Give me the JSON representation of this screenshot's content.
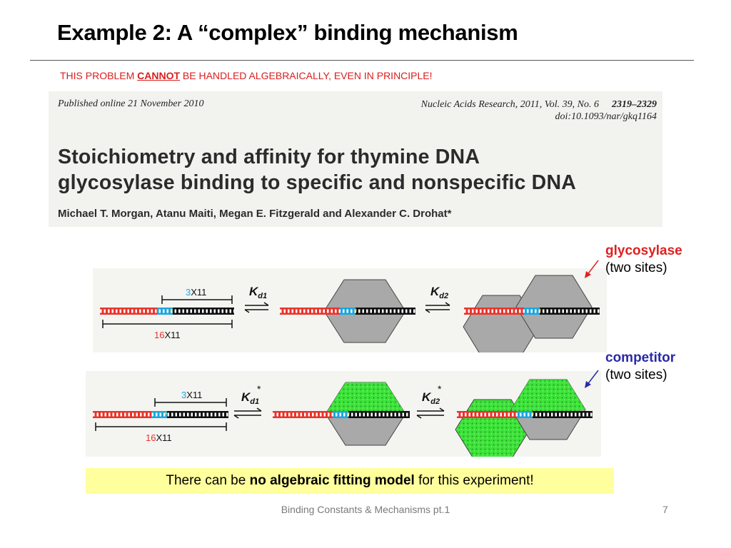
{
  "slide": {
    "title": "Example 2: A “complex” binding mechanism",
    "notice_before": "THIS PROBLEM ",
    "notice_emph": "CANNOT",
    "notice_after": " BE HANDLED ALGEBRAICALLY, EVEN IN PRINCIPLE!",
    "callout_before": "There can be ",
    "callout_emph": "no algebraic fitting model",
    "callout_after": " for this experiment!",
    "footer": "Binding Constants & Mechanisms pt.1",
    "page_number": "7"
  },
  "paper": {
    "published": "Published online 21 November 2010",
    "journal": "Nucleic Acids Research, 2011, Vol. 39, No. 6",
    "pages": "2319–2329",
    "doi": "doi:10.1093/nar/gkq1164",
    "title_line1": "Stoichiometry and affinity for thymine DNA",
    "title_line2": "glycosylase binding to specific and nonspecific DNA",
    "authors": "Michael T. Morgan, Atanu Maiti, Megan E. Fitzgerald and Alexander C. Drohat*"
  },
  "diagram": {
    "top": {
      "short_num": "3",
      "short_suffix": "X11",
      "long_num": "16",
      "long_suffix": "X11",
      "k1_base": "K",
      "k1_sub": "d1",
      "k2_base": "K",
      "k2_sub": "d2"
    },
    "bottom": {
      "short_num": "3",
      "short_suffix": "X11",
      "long_num": "16",
      "long_suffix": "X11",
      "k1_base": "K",
      "k1_sub": "d1",
      "k2_base": "K",
      "k2_sub": "d2",
      "star": "*"
    }
  },
  "labels": {
    "glycosylase": "glycosylase",
    "glycosylase_sub": "(two sites)",
    "competitor": "competitor",
    "competitor_sub": "(two sites)"
  },
  "colors": {
    "dna_red": "#e8342c",
    "dna_blue": "#1aa6e0",
    "dna_black": "#111111",
    "protein_gray": "#a9a9a9",
    "competitor_green": "#3de23a",
    "accent_red": "#e02020",
    "accent_blue": "#2a2aa8",
    "callout_yellow": "#ffff9d"
  }
}
